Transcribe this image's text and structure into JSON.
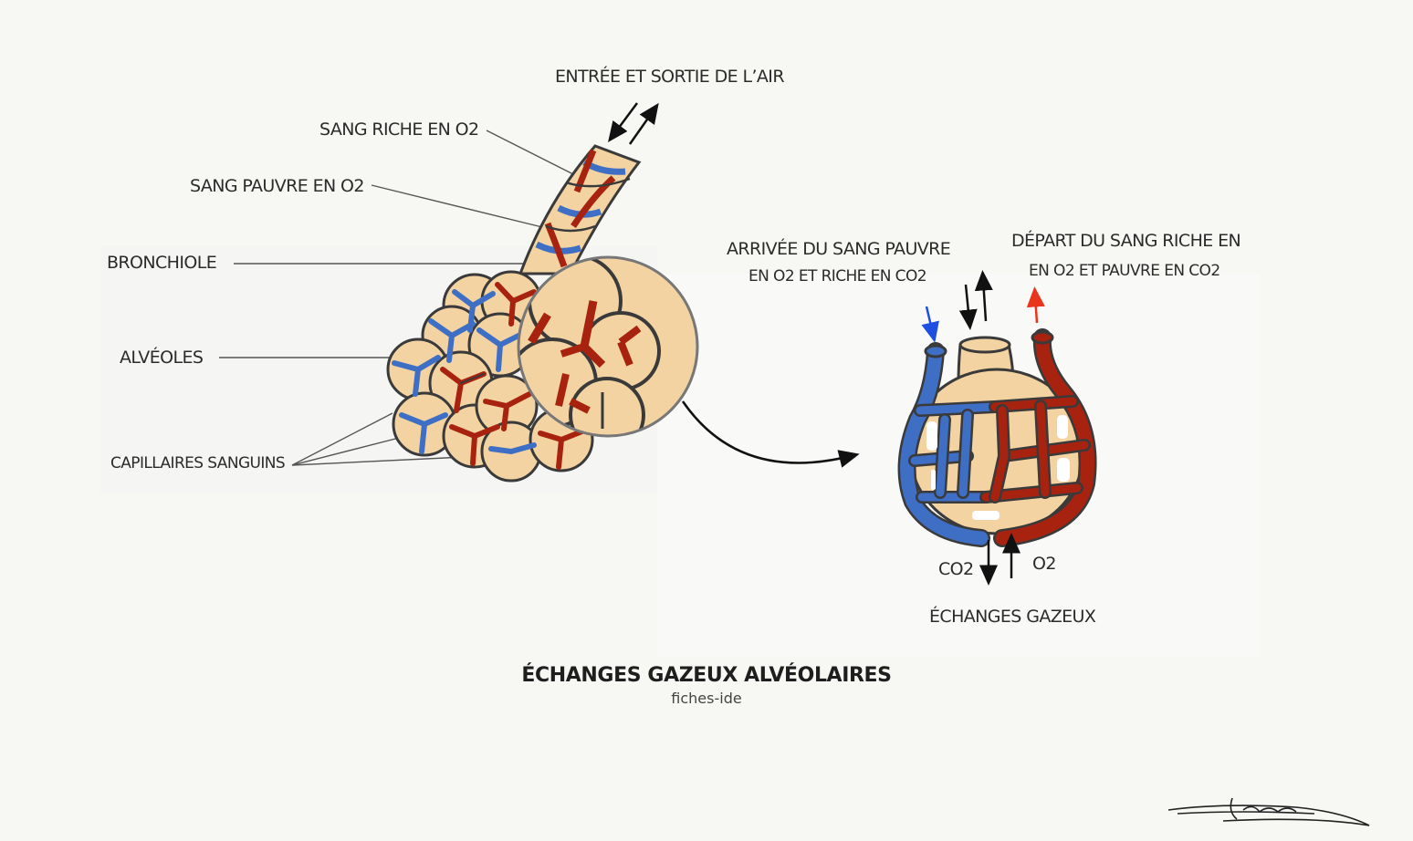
{
  "title": "ÉCHANGES GAZEUX ALVÉOLAIRES",
  "credit": "fiches-ide",
  "labels": {
    "air": "ENTRÉE ET SORTIE DE L’AIR",
    "sang_riche": "SANG RICHE EN O2",
    "sang_pauvre": "SANG PAUVRE EN O2",
    "bronchiole": "BRONCHIOLE",
    "alveoles": "ALVÉOLES",
    "capillaires": "CAPILLAIRES SANGUINS",
    "arrivee_1": "ARRIVÉE DU SANG PAUVRE",
    "arrivee_2": "EN O2 ET RICHE EN CO2",
    "depart_1": "DÉPART DU SANG RICHE EN",
    "depart_2": "EN O2 ET PAUVRE EN CO2",
    "co2": "CO2",
    "o2": "O2",
    "echanges": "ÉCHANGES GAZEUX"
  },
  "signature": "Léana",
  "colors": {
    "background": "#f7f7f4",
    "tissue": "#f3d3a2",
    "outline": "#3a3a3a",
    "oxygen_rich": "#a8230f",
    "oxygen_poor": "#3f6fc4",
    "arrow_blue": "#1f4fe0",
    "arrow_red": "#e8351c",
    "text": "#2b2b2b"
  }
}
